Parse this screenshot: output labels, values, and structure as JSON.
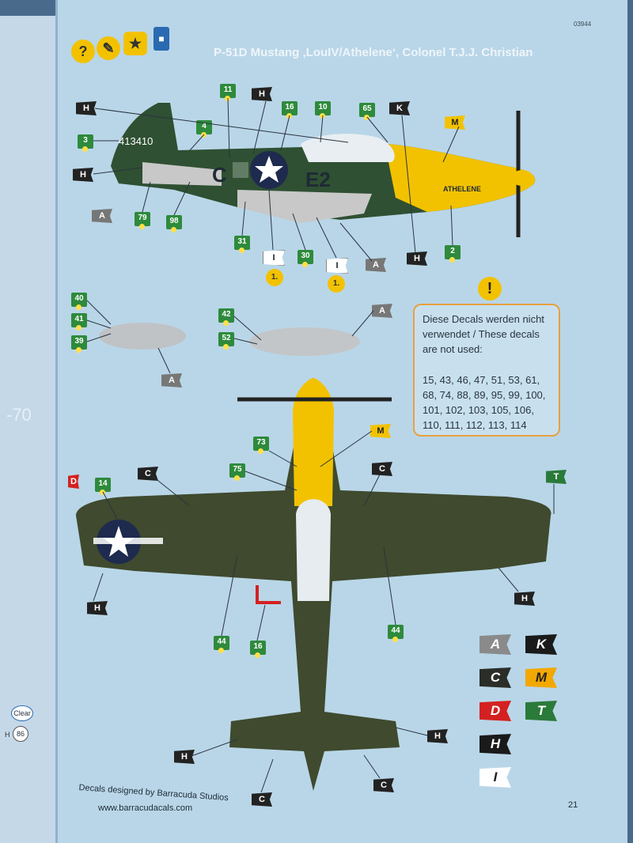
{
  "header": {
    "code": "03944",
    "title": "P-51D Mustang ‚LouIV/Athelene‘, Colonel T.J.J. Christian",
    "page_number": "21"
  },
  "icons": [
    {
      "name": "question-icon",
      "glyph": "?"
    },
    {
      "name": "brush-icon",
      "glyph": "✎"
    },
    {
      "name": "star-box-icon",
      "glyph": "★"
    },
    {
      "name": "paint-pot-icon",
      "glyph": "■"
    }
  ],
  "aircraft_markings": {
    "serial": "413410",
    "code_left": "C",
    "code_right": "E2",
    "nose_art": "ATHELENE"
  },
  "note": {
    "icon": "!",
    "heading": "Diese Decals werden nicht verwendet / These decals are not used:",
    "list": "15, 43, 46, 47, 51, 53, 61, 68, 74, 88, 89, 95, 99, 100, 101, 102, 103, 105, 106, 110, 111, 112, 113, 114"
  },
  "callouts_side": {
    "tags": [
      "H",
      "H",
      "H",
      "K",
      "M",
      "A",
      "A",
      "H",
      "I",
      "I"
    ],
    "numbers": [
      "11",
      "16",
      "10",
      "65",
      "3",
      "4",
      "79",
      "98",
      "31",
      "30",
      "2"
    ],
    "steps": [
      "1.",
      "1."
    ]
  },
  "callouts_tanks": {
    "numbers": [
      "40",
      "41",
      "39",
      "42",
      "52"
    ],
    "tags": [
      "A",
      "A"
    ]
  },
  "callouts_top": {
    "tags": [
      "M",
      "C",
      "C",
      "D",
      "T",
      "H",
      "H",
      "H",
      "H",
      "C",
      "C"
    ],
    "numbers": [
      "73",
      "75",
      "14",
      "44",
      "16",
      "44"
    ]
  },
  "legend": {
    "items": [
      {
        "letter": "A",
        "color": "#8a8a8a"
      },
      {
        "letter": "K",
        "color": "#1a1a1a"
      },
      {
        "letter": "C",
        "color": "#2a2d28"
      },
      {
        "letter": "M",
        "color": "#f2a800"
      },
      {
        "letter": "D",
        "color": "#d42020"
      },
      {
        "letter": "T",
        "color": "#2a7a3a"
      },
      {
        "letter": "H",
        "color": "#1a1a1a"
      },
      {
        "letter": "I",
        "color": "#ffffff"
      }
    ]
  },
  "footer": {
    "credit": "Decals designed by Barracuda Studios",
    "website": "www.barracudacals.com"
  },
  "left_page": {
    "fragment": "-70",
    "clear_label": "Clear",
    "h_label": "H",
    "paint_num": "86"
  },
  "colors": {
    "page_bg": "#b9d6e8",
    "olive": "#3f4a2e",
    "dark_green": "#2c4a2c",
    "yellow": "#f2c200",
    "accent": "#e8a040"
  }
}
